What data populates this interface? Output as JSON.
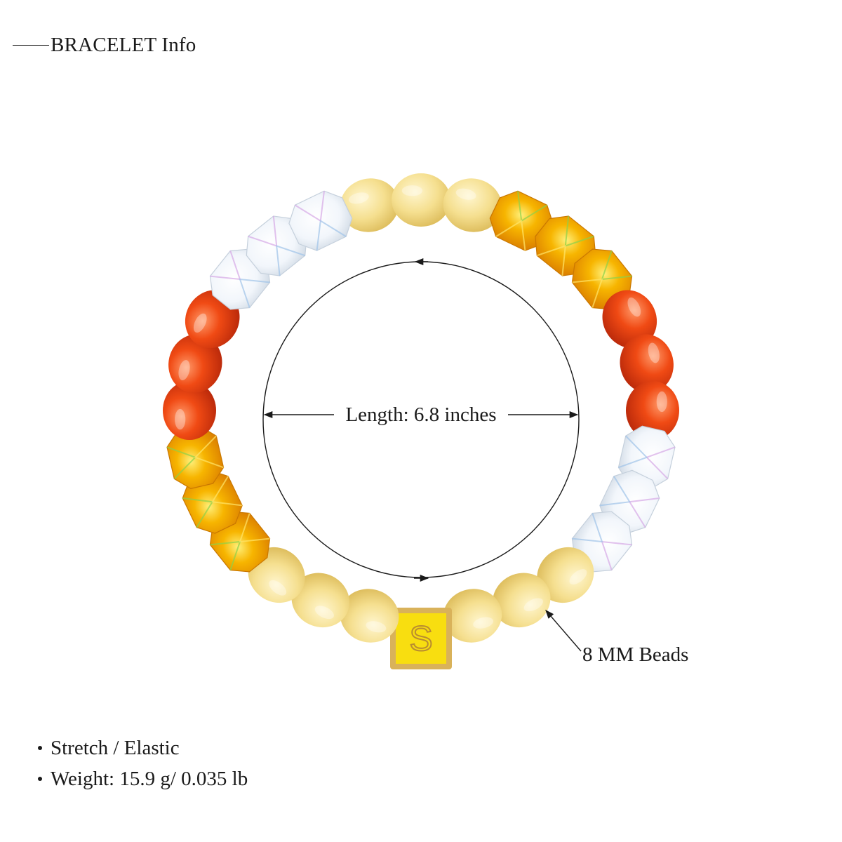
{
  "header": {
    "title": "BRACELET Info"
  },
  "annotations": {
    "length_label": "Length: 6.8 inches",
    "beads_label": "8 MM Beads"
  },
  "charm": {
    "letter": "S"
  },
  "specs": {
    "items": [
      "Stretch / Elastic",
      "Weight: 15.9 g/ 0.035 lb"
    ]
  },
  "colors": {
    "carnelian": "#e8400f",
    "yellow_jade": "#f3dc8a",
    "amber_crystal": "#f5a000",
    "clear_crystal": "#eef4fb",
    "charm_enamel": "#f8de10",
    "charm_gold": "#d9b25a"
  },
  "bead_sequence": [
    "yellow_jade",
    "yellow_jade",
    "yellow_jade",
    "amber_crystal",
    "amber_crystal",
    "amber_crystal",
    "carnelian",
    "carnelian",
    "carnelian",
    "clear_crystal",
    "clear_crystal",
    "clear_crystal",
    "yellow_jade",
    "yellow_jade",
    "yellow_jade",
    "charm",
    "yellow_jade",
    "yellow_jade",
    "yellow_jade",
    "amber_crystal",
    "amber_crystal",
    "amber_crystal",
    "carnelian",
    "carnelian",
    "carnelian",
    "clear_crystal",
    "clear_crystal",
    "clear_crystal"
  ]
}
